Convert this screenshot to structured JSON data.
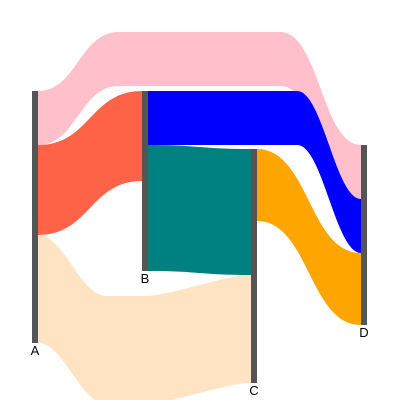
{
  "chart_data": {
    "type": "sankey",
    "nodes": [
      {
        "id": "A",
        "label": "A"
      },
      {
        "id": "B",
        "label": "B"
      },
      {
        "id": "C",
        "label": "C"
      },
      {
        "id": "D",
        "label": "D"
      }
    ],
    "links": [
      {
        "source": "A",
        "target": "D",
        "value": 6,
        "color": "#ffc0cb"
      },
      {
        "source": "A",
        "target": "B",
        "value": 10,
        "color": "#ff6347"
      },
      {
        "source": "A",
        "target": "C",
        "value": 12,
        "color": "#ffe4c4"
      },
      {
        "source": "B",
        "target": "D",
        "value": 6,
        "color": "#0000ff"
      },
      {
        "source": "B",
        "target": "C",
        "value": 14,
        "color": "#008080"
      },
      {
        "source": "C",
        "target": "D",
        "value": 8,
        "color": "#ffa500"
      }
    ],
    "node_color": "#555555"
  }
}
